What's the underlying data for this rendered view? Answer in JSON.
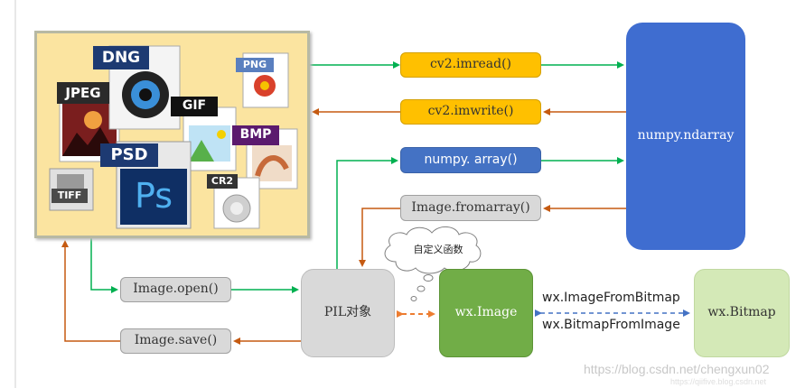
{
  "nodes": {
    "cv2_imread": "cv2.imread()",
    "cv2_imwrite": "cv2.imwrite()",
    "numpy_array": "numpy. array()",
    "image_fromarray": "Image.fromarray()",
    "numpy_ndarray": "numpy.ndarray",
    "image_open": "Image.open()",
    "image_save": "Image.save()",
    "pil_object": "PIL对象",
    "wx_image": "wx.Image",
    "wx_bitmap": "wx.Bitmap"
  },
  "edge_labels": {
    "image_from_bitmap": "wx.ImageFromBitmap",
    "bitmap_from_image": "wx.BitmapFromImage"
  },
  "cloud_text": "自定义函数",
  "file_formats": [
    "DNG",
    "PNG",
    "JPEG",
    "GIF",
    "BMP",
    "PSD",
    "Ps",
    "TIFF",
    "CR2"
  ],
  "watermark": {
    "main": "https://blog.csdn.net/chengxun02",
    "faint": "https://qiifive.blog.csdn.net"
  },
  "colors": {
    "green_arrow": "#00b050",
    "orange_arrow": "#c55a11",
    "blue_dashed": "#4472c4",
    "orange_dashed": "#ed7d31"
  }
}
